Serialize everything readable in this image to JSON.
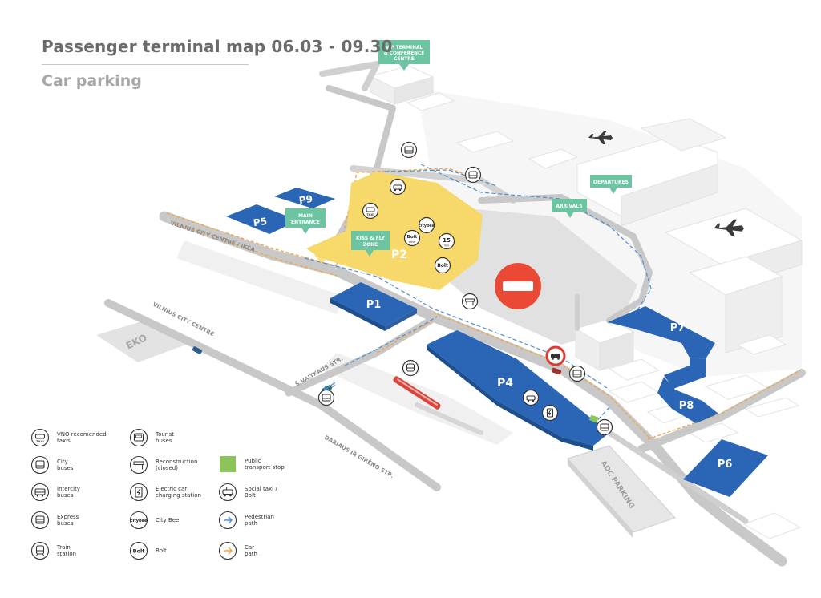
{
  "header": {
    "title": "Passenger terminal map 06.03 - 09.30",
    "subtitle": "Car parking"
  },
  "parking": {
    "p1": "P1",
    "p2": "P2",
    "p4": "P4",
    "p5": "P5",
    "p6": "P6",
    "p7": "P7",
    "p8": "P8",
    "p9": "P9",
    "adc": "ADC PARKING"
  },
  "callouts": {
    "vip_line1": "VIP TERMINAL",
    "vip_line2": "& CONFERENCE",
    "vip_line3": "CENTRE",
    "main_line1": "MAIN",
    "main_line2": "ENTRANCE",
    "kiss_line1": "KISS & FLY",
    "kiss_line2": "ZONE",
    "arrivals": "ARRIVALS",
    "departures": "DEPARTURES"
  },
  "streets": {
    "vilnius_ikea": "VILNIUS CITY CENTRE / IKEA",
    "vilnius_centre": "VILNIUS CITY CENTRE",
    "eko": "EKO",
    "svaitkaus": "Š.VAITKAUS STR.",
    "dariaus": "DARIAUS IR GIRĖNO STR."
  },
  "map_icons": {
    "taxi": "TAXI",
    "citybee": "citybee",
    "bolt": "Bolt",
    "bolt_drive_top": "Bolt",
    "bolt_drive_sub": "drive",
    "minutes_num": "15",
    "minutes_unit": "min"
  },
  "legend": {
    "items": [
      {
        "icon": "taxi-icon",
        "label": "VNO recomended\ntaxis"
      },
      {
        "icon": "city-bus-icon",
        "label": "City\nbuses"
      },
      {
        "icon": "intercity-bus-icon",
        "label": "Intercity\nbuses"
      },
      {
        "icon": "express-bus-icon",
        "label": "Express\nbuses"
      },
      {
        "icon": "train-icon",
        "label": "Train\nstation"
      },
      {
        "icon": "tourist-bus-icon",
        "label": "Tourist\nbuses"
      },
      {
        "icon": "reconstruction-icon",
        "label": "Reconstruction\n(closed)"
      },
      {
        "icon": "ev-charging-icon",
        "label": "Electric car\ncharging station"
      },
      {
        "icon": "citybee-icon",
        "label": "City Bee"
      },
      {
        "icon": "bolt-icon",
        "label": "Bolt"
      },
      {
        "icon": "public-stop-icon",
        "label": "Public\ntransport stop"
      },
      {
        "icon": "social-taxi-icon",
        "label": "Social taxi /\nBolt"
      },
      {
        "icon": "pedestrian-arrow-icon",
        "label": "Pedestrian\npath"
      },
      {
        "icon": "car-arrow-icon",
        "label": "Car\npath"
      }
    ]
  },
  "colors": {
    "parking_blue": "#2a66b5",
    "kiss_fly_yellow": "#f6d96a",
    "callout_teal": "#6cc4a1",
    "road_grey": "#c9c9c9",
    "closed_red": "#ea4a35",
    "stop_green": "#8cc45a",
    "car_path_orange": "#f0a64a",
    "pedestrian_blue": "#4e8fd6"
  }
}
